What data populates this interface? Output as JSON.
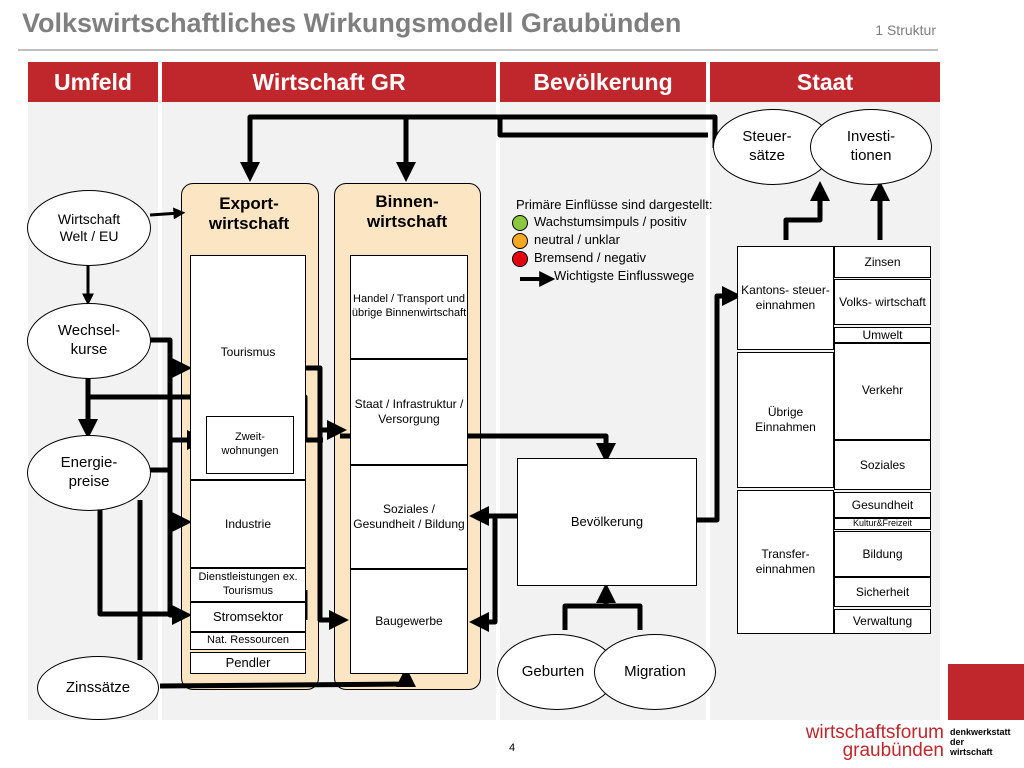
{
  "slide": {
    "title": "Volkswirtschaftliches Wirkungsmodell Graubünden",
    "section": "1 Struktur",
    "page_number": "4"
  },
  "columns": {
    "umfeld": "Umfeld",
    "wirtschaft": "Wirtschaft GR",
    "bevoelkerung": "Bevölkerung",
    "staat": "Staat"
  },
  "umfeld_nodes": {
    "wirtschaft_welt": "Wirtschaft Welt / EU",
    "wechselkurse": "Wechsel- kurse",
    "energiepreise": "Energie- preise",
    "zinssaetze": "Zinssätze"
  },
  "export": {
    "title": "Export- wirtschaft",
    "tourismus": "Tourismus",
    "zweitwohnungen": "Zweit- wohnungen",
    "industrie": "Industrie",
    "dienstleistungen": "Dienstleistungen ex. Tourismus",
    "stromsektor": "Stromsektor",
    "ressourcen": "Nat. Ressourcen",
    "pendler": "Pendler"
  },
  "binnen": {
    "title": "Binnen- wirtschaft",
    "handel": "Handel / Transport und übrige Binnenwirtschaft",
    "staat": "Staat / Infrastruktur / Versorgung",
    "soziales": "Soziales / Gesundheit / Bildung",
    "baugewerbe": "Baugewerbe"
  },
  "bevoelkerung": {
    "box": "Bevölkerung",
    "geburten": "Geburten",
    "migration": "Migration"
  },
  "staat": {
    "steuersaetze": "Steuer- sätze",
    "investitionen": "Investi- tionen",
    "kantonssteuer": "Kantons- steuer- einnahmen",
    "uebrige": "Übrige Einnahmen",
    "transfer": "Transfer- einnahmen",
    "ausgaben": [
      "Zinsen",
      "Volks- wirtschaft",
      "Umwelt",
      "Verkehr",
      "Soziales",
      "Gesundheit",
      "Kultur&Freizeit",
      "Bildung",
      "Sicherheit",
      "Verwaltung"
    ]
  },
  "legend": {
    "heading": "Primäre Einflüsse sind dargestellt:",
    "green": "Wachstumsimpuls / positiv",
    "yellow": "neutral / unklar",
    "red": "Bremsend / negativ",
    "arrow": "Wichtigste Einflusswege",
    "colors": {
      "green": "#8dc63f",
      "yellow": "#f7a823",
      "red": "#e3000f"
    }
  },
  "logo": {
    "line1": "wirtschaftsforum",
    "line2": "graubünden",
    "tag1": "denkwerkstatt",
    "tag2": "der",
    "tag3": "wirtschaft"
  }
}
